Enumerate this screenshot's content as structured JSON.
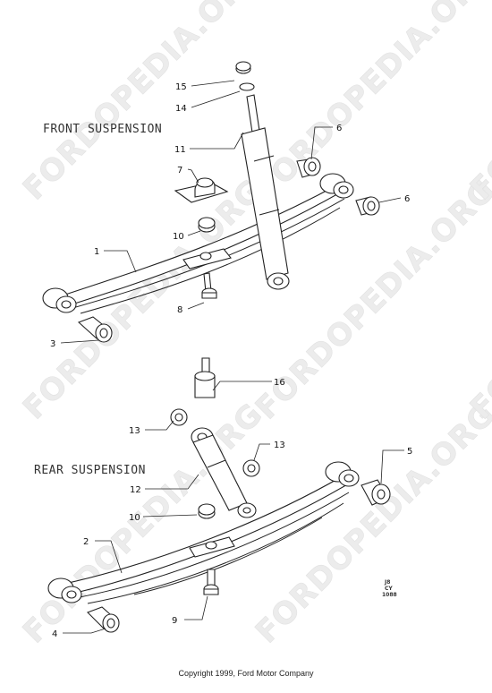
{
  "watermark": "FORDOPEDIA.ORG",
  "sections": {
    "front_title": "FRONT SUSPENSION",
    "rear_title": "REAR SUSPENSION"
  },
  "callouts": {
    "c1": "1",
    "c2": "2",
    "c3": "3",
    "c4": "4",
    "c5": "5",
    "c6a": "6",
    "c6b": "6",
    "c7": "7",
    "c8": "8",
    "c9": "9",
    "c10a": "10",
    "c10b": "10",
    "c11": "11",
    "c12": "12",
    "c13a": "13",
    "c13b": "13",
    "c14": "14",
    "c15": "15",
    "c16": "16"
  },
  "drawing_code": [
    "J8",
    "CY",
    "1088"
  ],
  "copyright": "Copyright 1999, Ford Motor Company"
}
